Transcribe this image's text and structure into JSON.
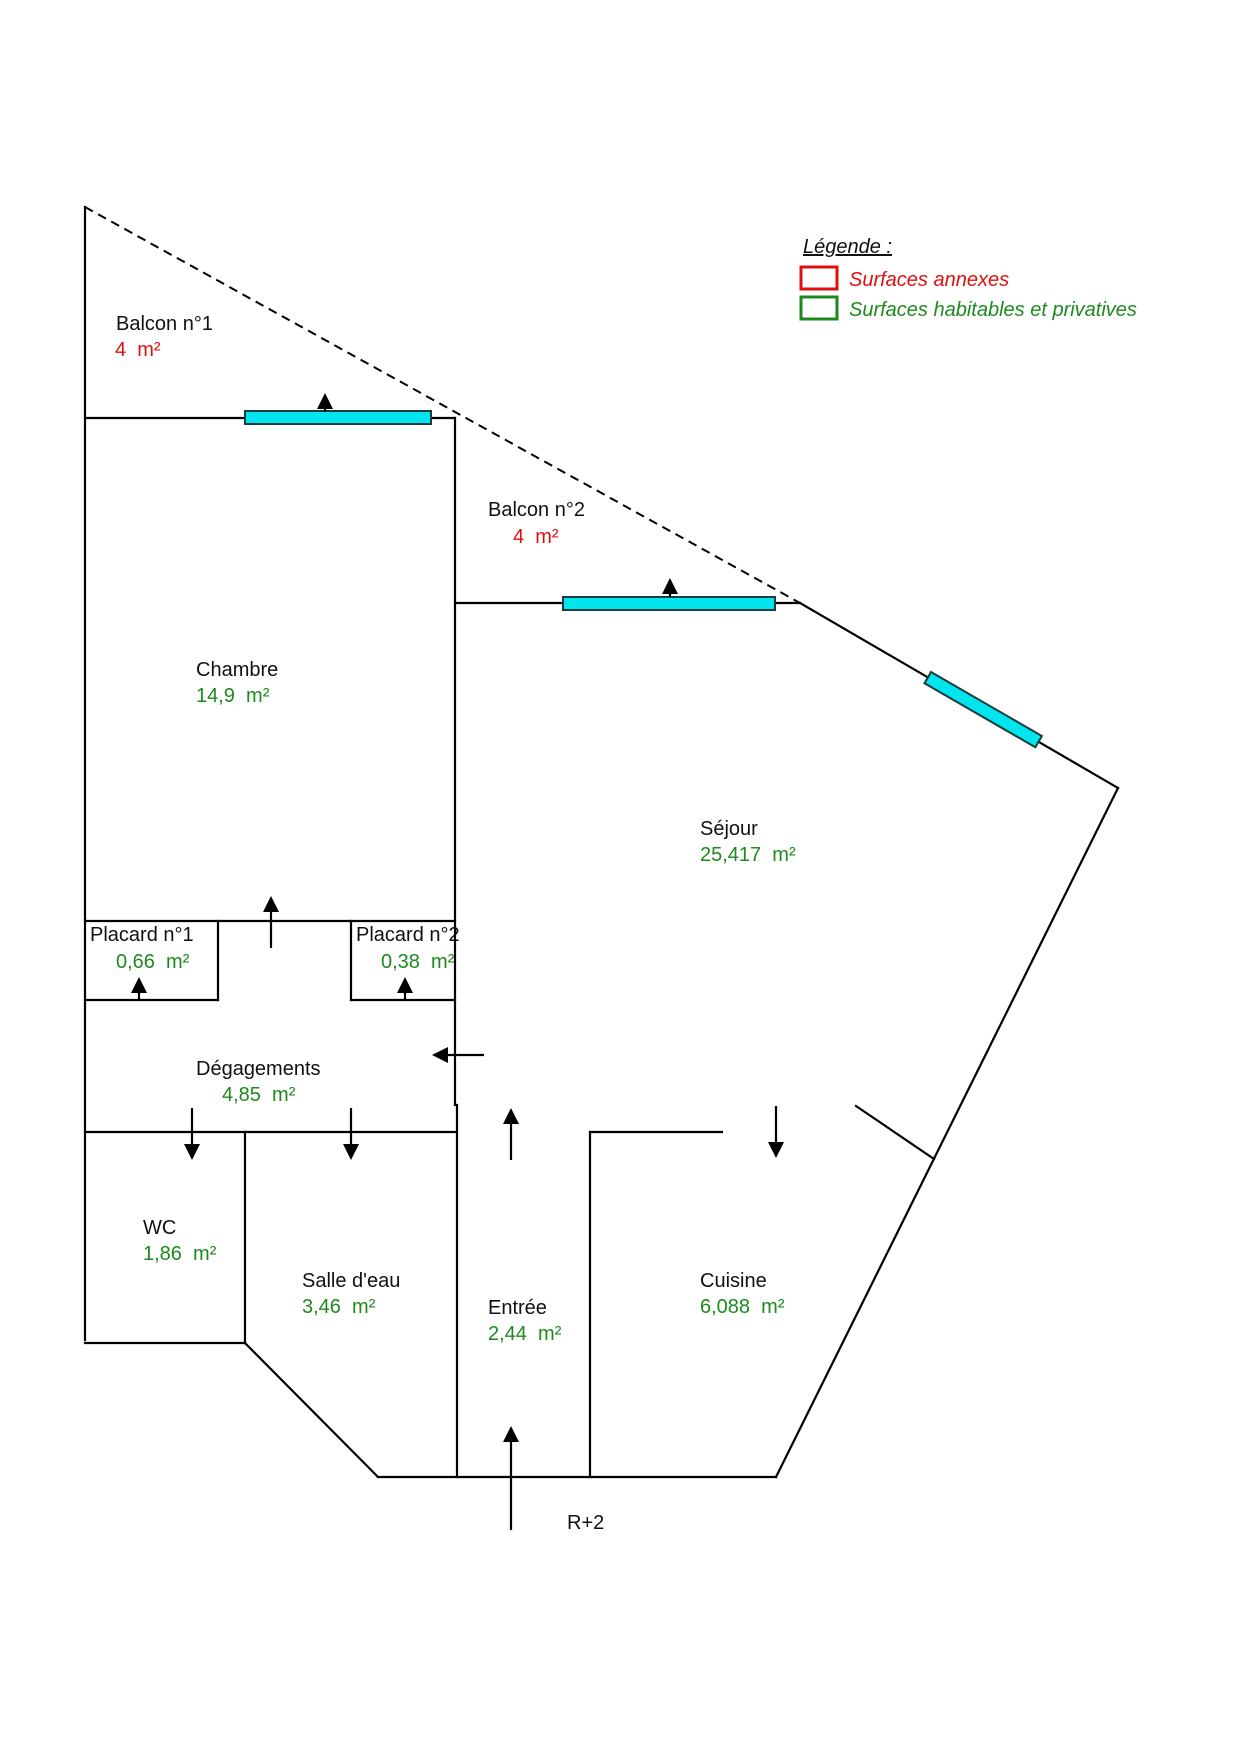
{
  "legend": {
    "title": "Légende :",
    "items": [
      {
        "label": "Surfaces annexes",
        "color": "#e01010"
      },
      {
        "label": "Surfaces habitables et privatives",
        "color": "#1e8a1e"
      }
    ]
  },
  "rooms": {
    "balcon1": {
      "name": "Balcon n°1",
      "area": "4  m²",
      "type": "annexe"
    },
    "balcon2": {
      "name": "Balcon n°2",
      "area": "4  m²",
      "type": "annexe"
    },
    "chambre": {
      "name": "Chambre",
      "area": "14,9  m²",
      "type": "habitable"
    },
    "sejour": {
      "name": "Séjour",
      "area": "25,417  m²",
      "type": "habitable"
    },
    "placard1": {
      "name": "Placard n°1",
      "area": "0,66  m²",
      "type": "habitable"
    },
    "placard2": {
      "name": "Placard n°2",
      "area": "0,38  m²",
      "type": "habitable"
    },
    "degagements": {
      "name": "Dégagements",
      "area": "4,85  m²",
      "type": "habitable"
    },
    "wc": {
      "name": "WC",
      "area": "1,86  m²",
      "type": "habitable"
    },
    "salle_eau": {
      "name": "Salle d'eau",
      "area": "3,46  m²",
      "type": "habitable"
    },
    "entree": {
      "name": "Entrée",
      "area": "2,44  m²",
      "type": "habitable"
    },
    "cuisine": {
      "name": "Cuisine",
      "area": "6,088  m²",
      "type": "habitable"
    }
  },
  "floor_label": "R+2",
  "colors": {
    "window": "#00e5ee",
    "annexe": "#e01010",
    "habitable": "#1e8a1e"
  }
}
